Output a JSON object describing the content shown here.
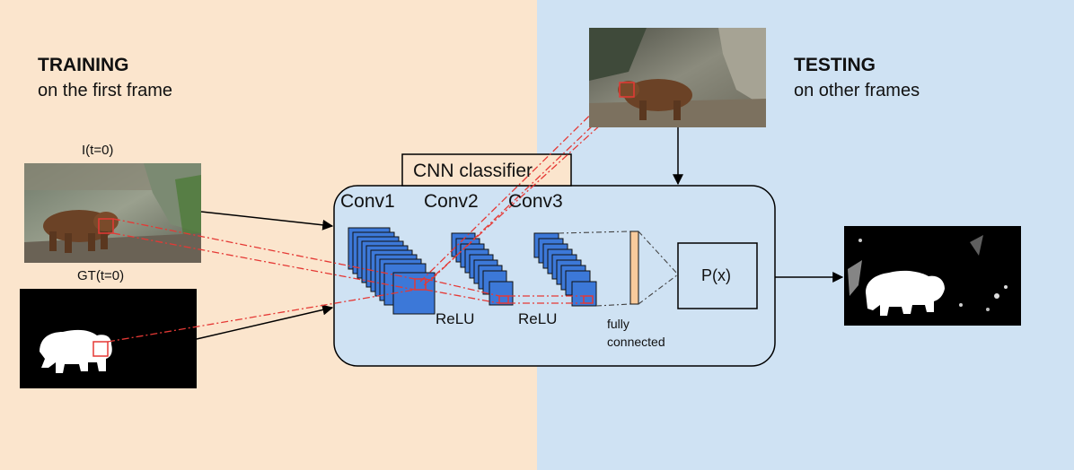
{
  "training": {
    "title": "TRAINING",
    "subtitle": "on the first frame"
  },
  "testing": {
    "title": "TESTING",
    "subtitle": "on other frames"
  },
  "inputs": {
    "image_label": "I(t=0)",
    "gt_label": "GT(t=0)"
  },
  "classifier": {
    "title": "CNN classifier",
    "layers": [
      "Conv1",
      "Conv2",
      "Conv3"
    ],
    "activation_1": "ReLU",
    "activation_2": "ReLU",
    "fc_line1": "fully",
    "fc_line2": "connected",
    "output": "P(x)"
  },
  "colors": {
    "training_bg": "#fbe5cd",
    "testing_bg": "#cfe2f3",
    "classifier_bg": "#cfe2f3",
    "feature_map": "#3c78d8",
    "fc_layer": "#f9cb9c",
    "highlight": "#e53935"
  }
}
